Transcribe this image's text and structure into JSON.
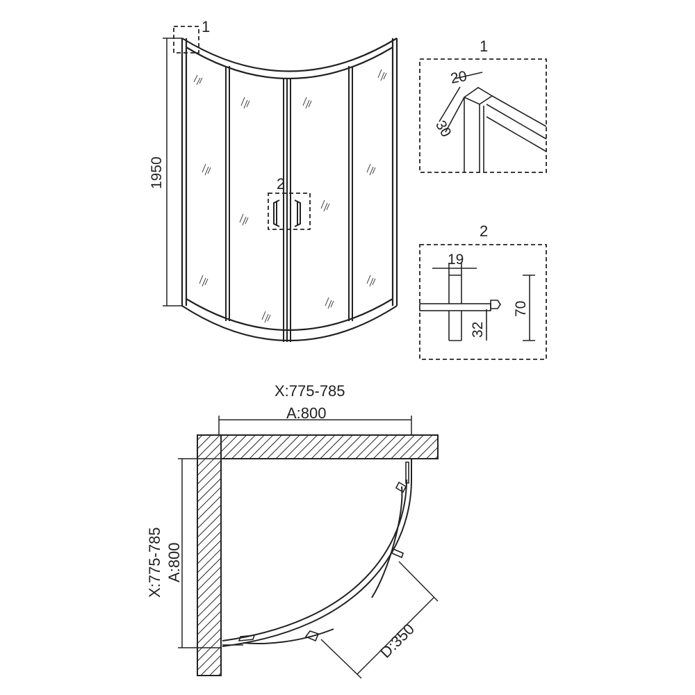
{
  "front": {
    "height_label": "1950",
    "callout_1": "1",
    "callout_2": "2"
  },
  "detail_1": {
    "title": "1",
    "dim_a": "20",
    "dim_b": "30"
  },
  "detail_2": {
    "title": "2",
    "dim_a": "19",
    "dim_b": "32",
    "dim_c": "70"
  },
  "plan": {
    "x_top": "X:775-785",
    "a_top": "A:800",
    "x_side": "X:775-785",
    "a_side": "A:800",
    "d_label": "D:350"
  },
  "colors": {
    "line": "#222222",
    "background": "#ffffff"
  }
}
